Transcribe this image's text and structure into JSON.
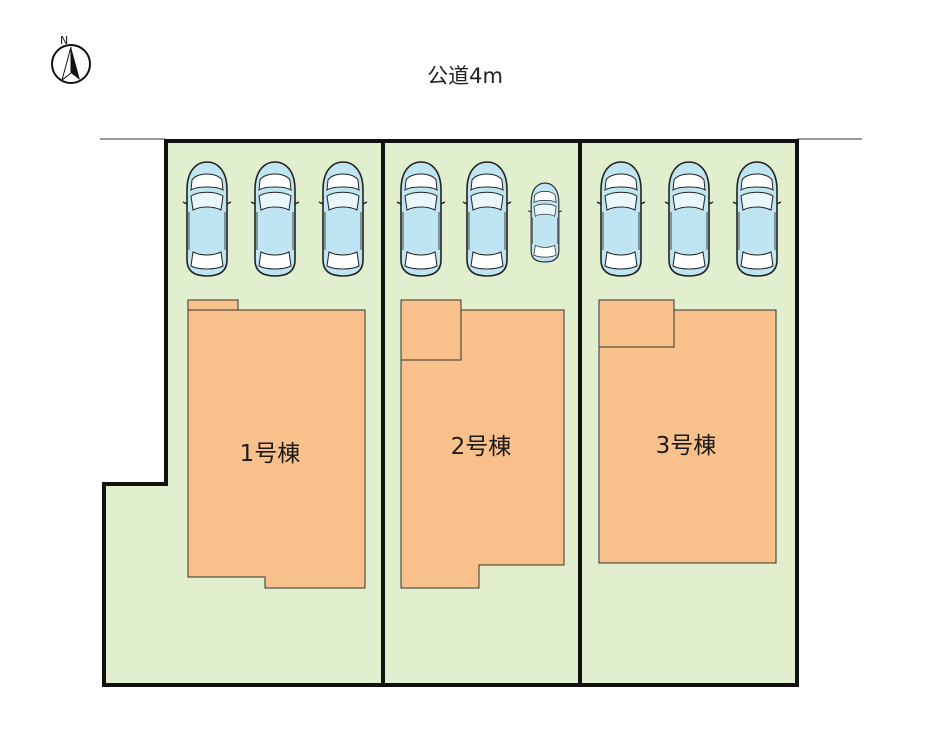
{
  "road": {
    "label": "公道4m"
  },
  "compass": {
    "north_label": "N",
    "icon": "north-arrow-icon"
  },
  "colors": {
    "lot_fill": "#e2efcf",
    "building_fill": "#f8c08a",
    "outline": "#111111",
    "car_body": "#ffffff",
    "car_glass": "#bfe4f2"
  },
  "lots": [
    {
      "id": "lot-1",
      "building_label": "1号棟",
      "parking_spaces": 3
    },
    {
      "id": "lot-2",
      "building_label": "2号棟",
      "parking_spaces": 3
    },
    {
      "id": "lot-3",
      "building_label": "3号棟",
      "parking_spaces": 3
    }
  ]
}
